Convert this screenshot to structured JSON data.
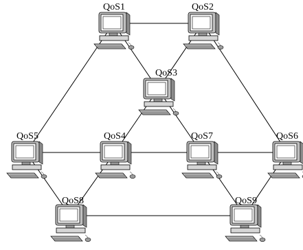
{
  "nodes": [
    {
      "id": "qos1",
      "label": "QoS1"
    },
    {
      "id": "qos2",
      "label": "QoS2"
    },
    {
      "id": "qos3",
      "label": "QoS3"
    },
    {
      "id": "qos4",
      "label": "QoS4"
    },
    {
      "id": "qos5",
      "label": "QoS5"
    },
    {
      "id": "qos6",
      "label": "QoS6"
    },
    {
      "id": "qos7",
      "label": "QoS7"
    },
    {
      "id": "qos8",
      "label": "QoS8"
    },
    {
      "id": "qos9",
      "label": "QoS9"
    }
  ],
  "links": [
    [
      "qos1",
      "qos2"
    ],
    [
      "qos1",
      "qos3"
    ],
    [
      "qos2",
      "qos3"
    ],
    [
      "qos1",
      "qos5"
    ],
    [
      "qos2",
      "qos6"
    ],
    [
      "qos3",
      "qos4"
    ],
    [
      "qos3",
      "qos7"
    ],
    [
      "qos5",
      "qos4"
    ],
    [
      "qos4",
      "qos7"
    ],
    [
      "qos7",
      "qos6"
    ],
    [
      "qos5",
      "qos8"
    ],
    [
      "qos4",
      "qos8"
    ],
    [
      "qos7",
      "qos9"
    ],
    [
      "qos6",
      "qos9"
    ],
    [
      "qos8",
      "qos9"
    ]
  ],
  "icon": "desktop-computer-icon"
}
